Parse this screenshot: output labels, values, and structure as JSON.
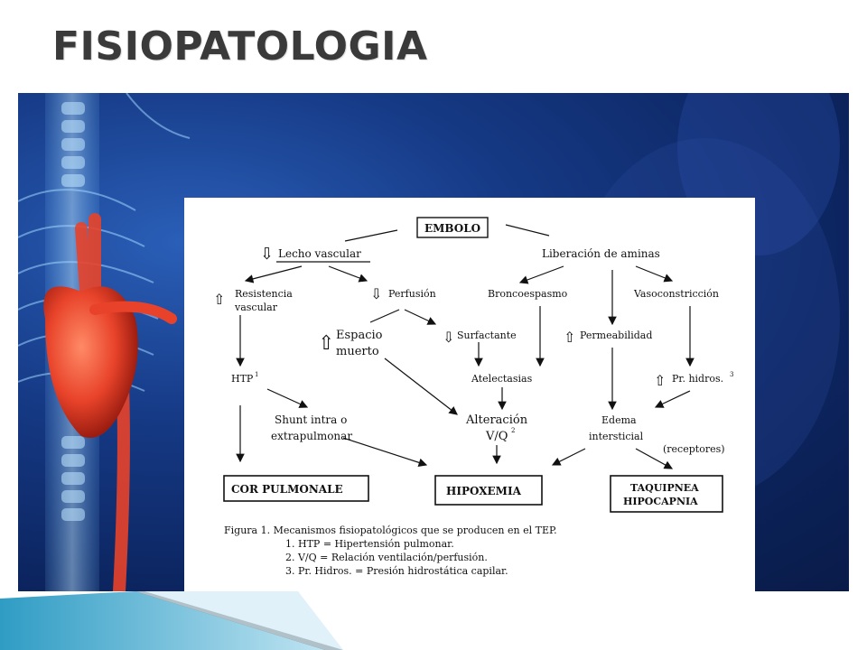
{
  "slide": {
    "title": "FISIOPATOLOGIA"
  },
  "diagram": {
    "nodes": {
      "embolo": "EMBOLO",
      "lecho_vascular": "Lecho vascular",
      "liberacion_aminas": "Liberación de aminas",
      "resistencia_1": "Resistencia",
      "resistencia_2": "vascular",
      "perfusion": "Perfusión",
      "broncoespasmo": "Broncoespasmo",
      "vasoconstriccion": "Vasoconstricción",
      "espacio_1": "Espacio",
      "espacio_2": "muerto",
      "surfactante": "Surfactante",
      "permeabilidad": "Permeabilidad",
      "htp": "HTP",
      "htp_sup": "1",
      "atelectasias": "Atelectasias",
      "pr_hidros": "Pr. hidros.",
      "pr_hidros_sup": "3",
      "shunt_1": "Shunt intra  o",
      "shunt_2": "extrapulmonar",
      "alteracion_1": "Alteración",
      "alteracion_2": "V/Q",
      "alteracion_sup": "2",
      "edema_1": "Edema",
      "edema_2": "intersticial",
      "receptores": "(receptores)",
      "cor_pulmonale": "COR PULMONALE",
      "hipoxemia": "HIPOXEMIA",
      "taquipnea_1": "TAQUIPNEA",
      "taquipnea_2": "HIPOCAPNIA"
    },
    "caption": {
      "title": "Figura 1.  Mecanismos fisiopatológicos que se producen en el TEP.",
      "notes": [
        "1.   HTP =  Hipertensión pulmonar.",
        "2.   V/Q = Relación ventilación/perfusión.",
        "3.   Pr. Hidros. = Presión hidrostática capilar."
      ]
    }
  },
  "colors": {
    "title": "#3a3a3a",
    "photo_blue": "#163a86",
    "heart_red": "#e8432a",
    "band_teal": "#2f9cc4"
  },
  "icons": {
    "up_arrow": "⇧",
    "down_arrow": "⇩"
  }
}
